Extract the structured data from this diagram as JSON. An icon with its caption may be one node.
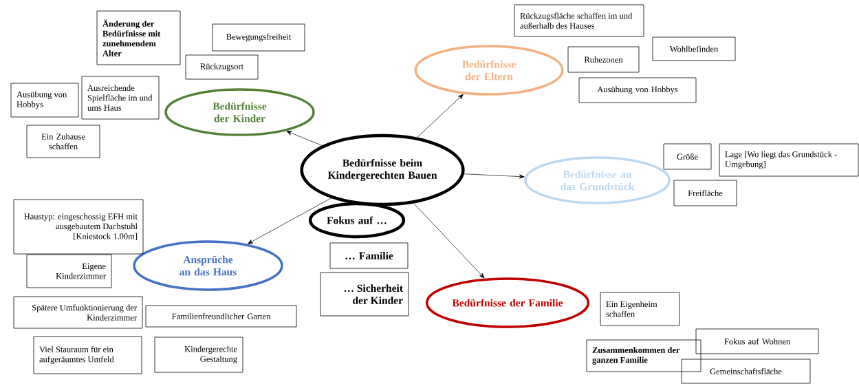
{
  "diagram": {
    "nodes": [
      {
        "text": [
          "Bedürfnisse beim Kindergerechten Bauen"
        ]
      },
      {
        "text": [
          "Bedürfnisse der Kinder"
        ]
      },
      {
        "text": [
          "Änderung der Bedürfnisse mit zunehmendem Alter"
        ]
      },
      {
        "text": [
          "Bewegungsfreiheit"
        ]
      },
      {
        "text": [
          "Rückzugsort"
        ]
      },
      {
        "text": [
          "Ausübung von Hobbys"
        ]
      },
      {
        "text": [
          "Ausreichende Spielfläche im und ums Haus"
        ]
      },
      {
        "text": [
          "Ein Zuhause schaffen"
        ]
      },
      {
        "text": [
          "Bedürfnisse der Eltern"
        ]
      },
      {
        "text": [
          "Rückzugsfläche schaffen im und außerhalb des Hauses"
        ]
      },
      {
        "text": [
          "Ruhezonen"
        ]
      },
      {
        "text": [
          "Wohlbefinden"
        ]
      },
      {
        "text": [
          "Ausübung von Hobbys"
        ]
      },
      {
        "text": [
          "Bedürfnisse an das Grundstück"
        ]
      },
      {
        "text": [
          "Größe"
        ]
      },
      {
        "text": [
          "Lage [Wo liegt das Grundstück - Umgebung]"
        ]
      },
      {
        "text": [
          "Freifläche"
        ]
      },
      {
        "text": [
          "Fokus auf …"
        ]
      },
      {
        "text": [
          "… Familie"
        ]
      },
      {
        "text": [
          "… Sicherheit der Kinder"
        ]
      },
      {
        "text": [
          "Ansprüche an das Haus"
        ]
      },
      {
        "text": [
          "Haustyp: eingeschossig EFH mit ausgebautem Dachstuhl [Kniestock 1.00m]"
        ]
      },
      {
        "text": [
          "Eigene Kinderzimmer"
        ]
      },
      {
        "text": [
          "Spätere Umfunktionierung der Kinderzimmer"
        ]
      },
      {
        "text": [
          "Familienfreundlicher Garten"
        ]
      },
      {
        "text": [
          "Viel Stauraum für ein aufgeräumtes Umfeld"
        ]
      },
      {
        "text": [
          "Kindergerechte Gestaltung"
        ]
      },
      {
        "text": [
          "Bedürfnisse der Familie"
        ]
      },
      {
        "text": [
          "Ein Eigenheim schaffen"
        ]
      },
      {
        "text": [
          "Zusammenkommen der ganzen Familie"
        ]
      },
      {
        "text": [
          "Fokus auf Wohnen"
        ]
      },
      {
        "text": [
          "Gemeinschaftsfläche"
        ]
      }
    ],
    "edges": [
      {
        "from": 0,
        "to": 1,
        "arrow": "to"
      },
      {
        "from": 0,
        "to": 8,
        "arrow": "to"
      },
      {
        "from": 0,
        "to": 13,
        "arrow": "to"
      },
      {
        "from": 0,
        "to": 20,
        "arrow": "to"
      },
      {
        "from": 0,
        "to": 27,
        "arrow": "to"
      }
    ]
  }
}
